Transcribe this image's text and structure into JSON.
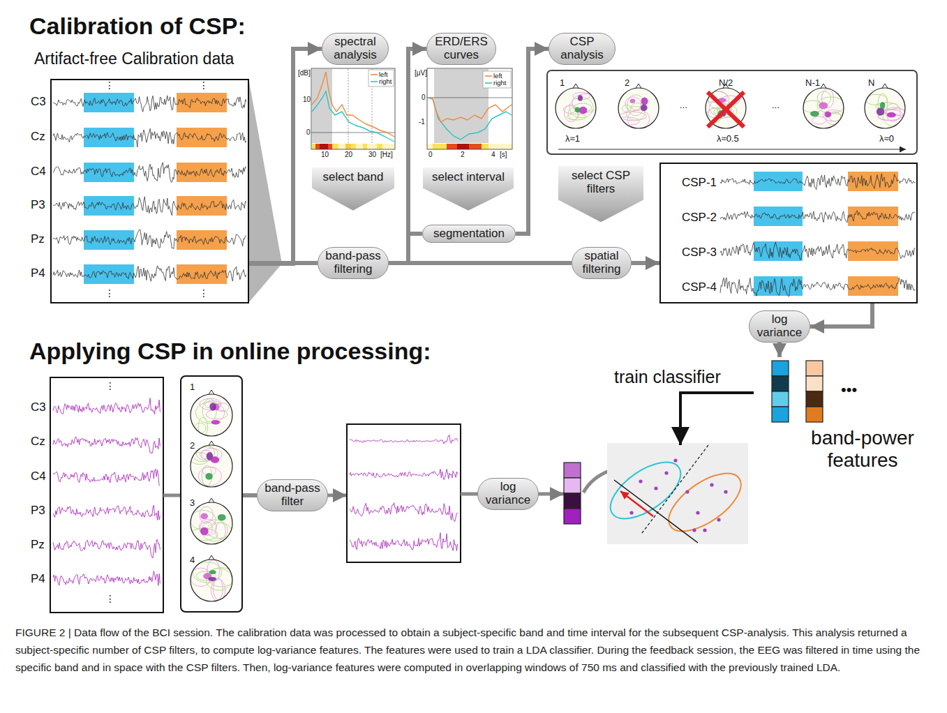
{
  "diagram": {
    "caption": "FIGURE 2 | Data flow of the BCI session. The calibration data was processed to obtain a subject-specific band and time interval for the subsequent CSP-analysis. This analysis returned a subject-specific number of CSP filters, to compute log-variance features. The features were used to train a LDA classifier. During the feedback session, the EEG was filtered in time using the specific band and in space with the CSP filters. Then, log-variance features were computed in overlapping windows of 750 ms and classified with the previously trained LDA.",
    "nodes": [
      {
        "text": [
          "Artifact-free Calibration data"
        ]
      },
      {
        "text": [
          "spectral analysis"
        ]
      },
      {
        "text": [
          "ERD/ERS curves"
        ]
      },
      {
        "text": [
          "CSP analysis"
        ]
      },
      {
        "text": [
          "1",
          "2",
          "...",
          "N/2",
          "...",
          "N-1",
          "N",
          "λ≈1",
          "λ≈0.5",
          "λ≈0"
        ]
      },
      {
        "text": [
          "select band"
        ]
      },
      {
        "text": [
          "select interval"
        ]
      },
      {
        "text": [
          "select CSP filters"
        ]
      },
      {
        "text": [
          "CSP-1",
          "CSP-2",
          "CSP-3",
          "CSP-4"
        ]
      },
      {
        "text": [
          "segmentation"
        ]
      },
      {
        "text": [
          "band-pass filtering"
        ]
      },
      {
        "text": [
          "spatial filtering"
        ]
      },
      {
        "text": [
          "log variance"
        ]
      },
      {
        "text": [
          "band-power features"
        ]
      },
      {
        "text": [
          "1",
          "2",
          "3",
          "4"
        ]
      },
      {
        "text": [
          "band-pass filter"
        ]
      },
      {
        "text": [
          "log variance"
        ]
      }
    ],
    "edges": [
      {
        "from": 0,
        "to": 1,
        "arrow": "to"
      },
      {
        "from": 0,
        "to": 10,
        "arrow": "none"
      },
      {
        "from": 10,
        "to": 2,
        "arrow": "to"
      },
      {
        "from": 10,
        "to": 9,
        "arrow": "none"
      },
      {
        "from": 9,
        "to": 3,
        "arrow": "to"
      },
      {
        "from": 10,
        "to": 11,
        "arrow": "none"
      },
      {
        "from": 11,
        "to": 8,
        "arrow": "to"
      },
      {
        "from": 8,
        "to": 12,
        "arrow": "to"
      },
      {
        "from": 12,
        "to": 13,
        "arrow": "to"
      },
      {
        "from": 14,
        "to": 15,
        "arrow": "none"
      }
    ],
    "labels": [
      "Calibration of CSP:",
      "⋮",
      "⋮",
      "C3",
      "Cz",
      "C4",
      "P3",
      "Pz",
      "P4",
      "⋮",
      "⋮",
      "[dB]",
      "10",
      "0",
      "10",
      "20",
      "30",
      "[Hz]",
      "[μV]",
      "0",
      "-1",
      "0",
      "2",
      "4",
      "[s]",
      "Applying CSP in online processing:",
      "train classifier",
      "•••",
      "⋮",
      "C3",
      "Cz",
      "C4",
      "P3",
      "Pz",
      "P4",
      "⋮"
    ],
    "legend": [
      {
        "text": "left"
      },
      {
        "text": "right"
      },
      {
        "text": "left"
      },
      {
        "text": "right"
      }
    ]
  }
}
